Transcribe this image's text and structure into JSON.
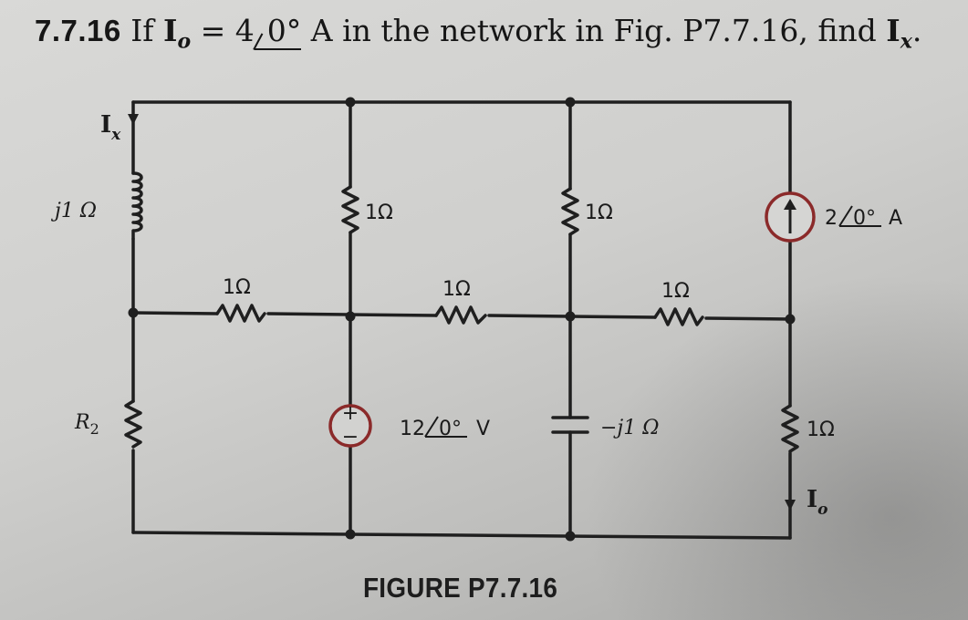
{
  "problem": {
    "number": "7.7.16",
    "text_if": "If",
    "current_symbol": "I",
    "current_sub": "o",
    "eq": "=",
    "magnitude": "4",
    "angle": "0°",
    "unit": "A",
    "text_mid": "in the network in Fig. P7.7.16, find",
    "target_symbol": "I",
    "target_sub": "x",
    "text_end": "."
  },
  "circuit": {
    "ix_label": "I",
    "ix_sub": "x",
    "inductor_label": "j1 Ω",
    "r2_label": "R",
    "r2_sub": "2",
    "r_vert_1": "1Ω",
    "r_vert_2": "1Ω",
    "r_horiz_1": "1Ω",
    "r_horiz_2": "1Ω",
    "r_horiz_3": "1Ω",
    "current_source_value": "2",
    "current_source_angle": "0°",
    "current_source_unit": "A",
    "voltage_source_value": "12",
    "voltage_source_angle": "0°",
    "voltage_source_unit": "V",
    "voltage_source_plus": "+",
    "voltage_source_minus": "−",
    "capacitor_label": "−j1 Ω",
    "r_right_bottom": "1Ω",
    "io_label": "I",
    "io_sub": "o"
  },
  "caption": "FIGURE P7.7.16",
  "colors": {
    "source_ring": "#8b2a2a",
    "wire": "#1f1f1f"
  }
}
